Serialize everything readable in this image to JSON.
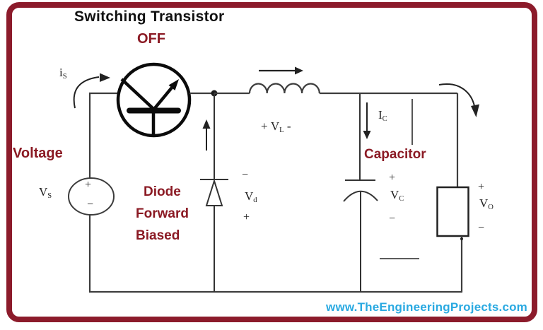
{
  "window": {
    "background": "#ffffff",
    "border_color": "#8C1B2B"
  },
  "colors": {
    "accent_text": "#8B1A24",
    "link_text": "#29A9E1",
    "wire": "#3d3d3d",
    "symbol_ink": "#111111"
  },
  "header": {
    "title": "Switching Transistor",
    "state": "OFF"
  },
  "labels": {
    "voltage": "Voltage",
    "diode_line1": "Diode",
    "diode_line2": "Forward",
    "diode_line3": "Biased",
    "capacitor": "Capacitor"
  },
  "quantities": {
    "is": {
      "main": "i",
      "sub": "S"
    },
    "vs": {
      "main": "V",
      "sub": "S"
    },
    "vl": {
      "prefix": "+",
      "main": "V",
      "sub": "L",
      "suffix": "-"
    },
    "vd": {
      "minus": "−",
      "main": "V",
      "sub": "d",
      "plus": "+"
    },
    "ic": {
      "main": "I",
      "sub": "C"
    },
    "vc": {
      "plus": "+",
      "main": "V",
      "sub": "C",
      "minus": "−"
    },
    "vo": {
      "plus": "+",
      "main": "V",
      "sub": "O",
      "minus": "−"
    }
  },
  "source": {
    "plus": "+",
    "minus": "−"
  },
  "footer": {
    "website": "www.TheEngineeringProjects.com"
  }
}
